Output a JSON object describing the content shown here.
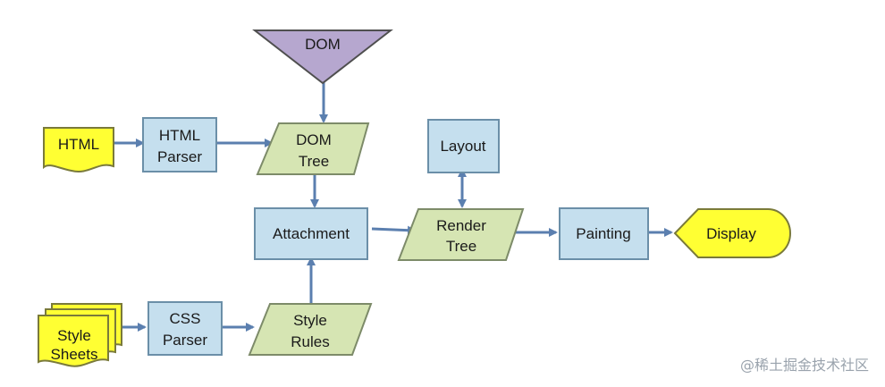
{
  "nodes": {
    "dom": "DOM",
    "html": "HTML",
    "html_parser": [
      "HTML",
      "Parser"
    ],
    "dom_tree": [
      "DOM",
      "Tree"
    ],
    "layout": "Layout",
    "attachment": "Attachment",
    "render_tree": [
      "Render",
      "Tree"
    ],
    "painting": "Painting",
    "display": "Display",
    "style_sheets": [
      "Style",
      "Sheets"
    ],
    "css_parser": [
      "CSS",
      "Parser"
    ],
    "style_rules": [
      "Style",
      "Rules"
    ]
  },
  "watermark": "@稀土掘金技术社区",
  "colors": {
    "process_fill": "#c5dfee",
    "process_stroke": "#6b8fa8",
    "data_fill": "#d6e5b3",
    "data_stroke": "#7d8b69",
    "io_fill": "#ffff33",
    "io_stroke": "#7a7a3a",
    "dom_fill": "#b6a7cf",
    "dom_stroke": "#4f4f4f",
    "arrow": "#5b7faf"
  }
}
